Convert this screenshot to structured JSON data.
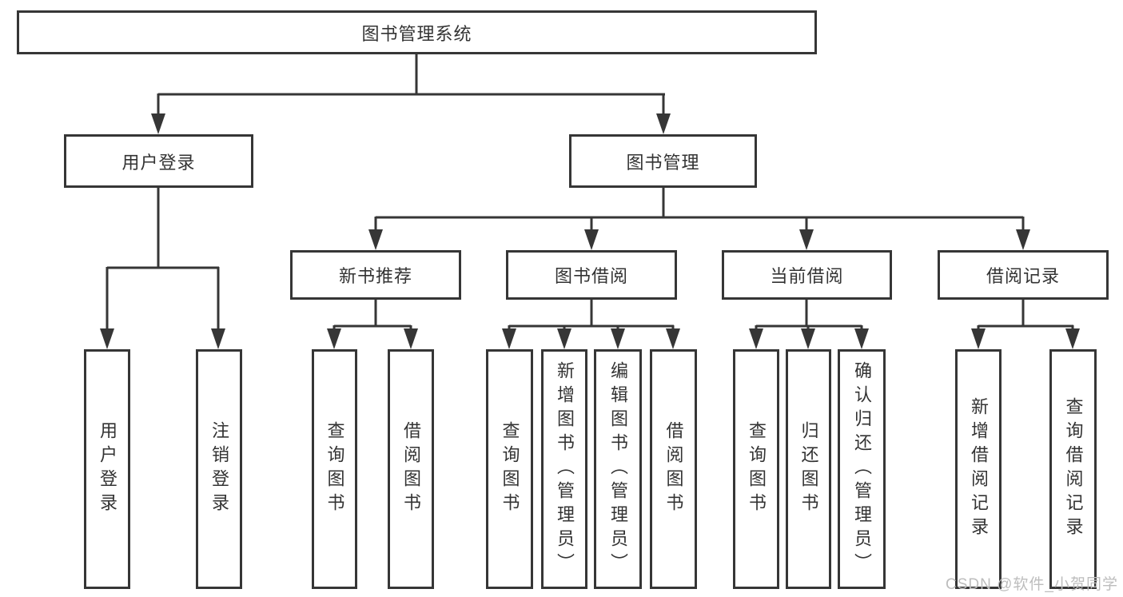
{
  "tree": {
    "label": "图书管理系统",
    "children": [
      {
        "label": "用户登录",
        "children": [
          {
            "label": "用户登录"
          },
          {
            "label": "注销登录"
          }
        ]
      },
      {
        "label": "图书管理",
        "children": [
          {
            "label": "新书推荐",
            "children": [
              {
                "label": "查询图书"
              },
              {
                "label": "借阅图书"
              }
            ]
          },
          {
            "label": "图书借阅",
            "children": [
              {
                "label": "查询图书"
              },
              {
                "label": "新增图书（管理员）"
              },
              {
                "label": "编辑图书（管理员）"
              },
              {
                "label": "借阅图书"
              }
            ]
          },
          {
            "label": "当前借阅",
            "children": [
              {
                "label": "查询图书"
              },
              {
                "label": "归还图书"
              },
              {
                "label": "确认归还（管理员）"
              }
            ]
          },
          {
            "label": "借阅记录",
            "children": [
              {
                "label": "新增借阅记录"
              },
              {
                "label": "查询借阅记录"
              }
            ]
          }
        ]
      }
    ]
  },
  "watermark": "CSDN @软件_小贺同学",
  "colors": {
    "line": "#363636",
    "text": "#333333",
    "watermark": "#bdbdbd",
    "background": "#ffffff"
  }
}
